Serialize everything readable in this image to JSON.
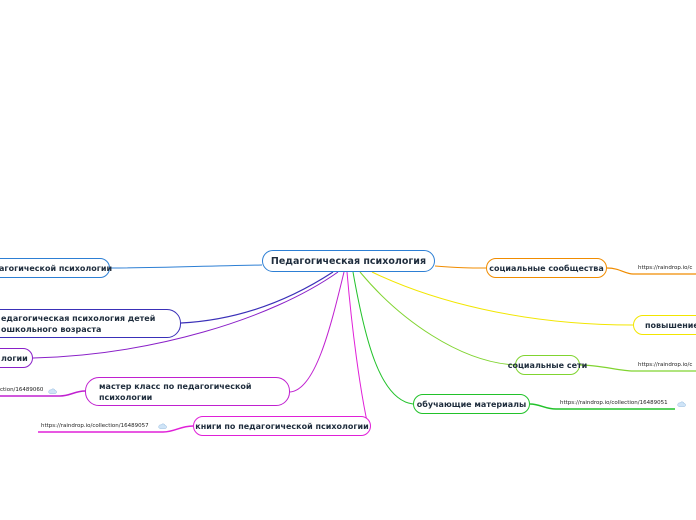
{
  "root": {
    "label": "Педагогическая психология"
  },
  "branches": {
    "social_communities": {
      "label": "социальные сообщества",
      "link": "https://raindrop.io/c",
      "color": "#f08c00"
    },
    "qualification": {
      "label": "повышение и",
      "color": "#f2e600"
    },
    "social_networks": {
      "label": "социальные сети",
      "link": "https://raindrop.io/c",
      "color": "#80d430"
    },
    "learning_materials": {
      "label": "обучающие материалы",
      "link": "https://raindrop.io/collection/16489051",
      "color": "#22c22a"
    },
    "books": {
      "label": "книги  по педагогической психологии",
      "link": "https://raindrop.io/collection/16489057",
      "color": "#e020d8"
    },
    "master_class": {
      "label_line1": "мастер класс по педагогической",
      "label_line2": "психологии",
      "link": "ction/16489060",
      "color": "#c020d0"
    },
    "psychology_short": {
      "label": "логии",
      "color": "#8a20c8"
    },
    "preschool": {
      "label_line1": "едагогическая психология детей",
      "label_line2": "ошкольного возраста",
      "color": "#3a30b8"
    },
    "basics": {
      "label": "агогической психологии",
      "color": "#2d7fd4"
    }
  }
}
